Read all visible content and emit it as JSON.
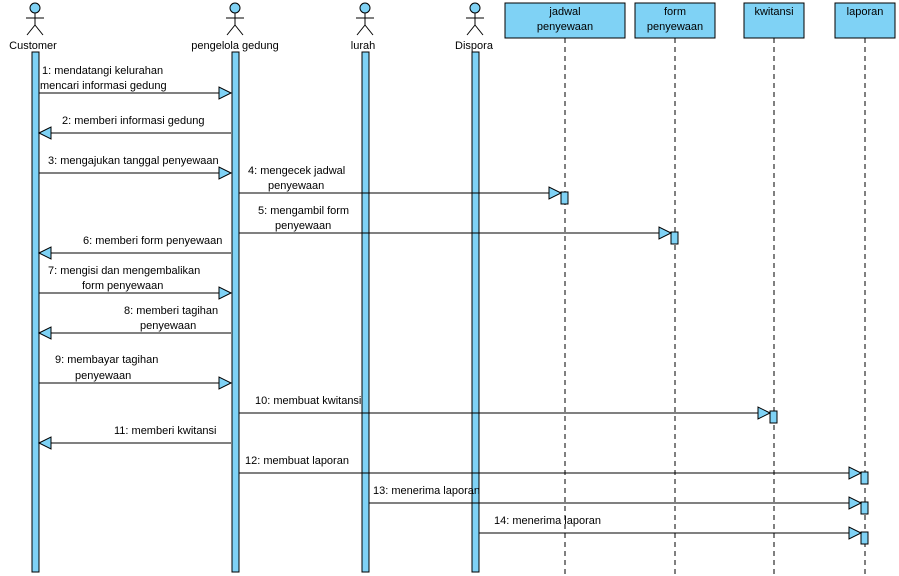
{
  "colors": {
    "fill": "#7fd2f5",
    "stroke": "#000000",
    "background": "#ffffff"
  },
  "actors": [
    {
      "id": "customer",
      "label": "Customer"
    },
    {
      "id": "pengelola",
      "label": "pengelola gedung"
    },
    {
      "id": "lurah",
      "label": "lurah"
    },
    {
      "id": "dispora",
      "label": "Dispora"
    }
  ],
  "objects": [
    {
      "id": "jadwal",
      "label_lines": [
        "jadwal",
        "penyewaan"
      ]
    },
    {
      "id": "form",
      "label_lines": [
        "form",
        "penyewaan"
      ]
    },
    {
      "id": "kwitansi",
      "label_lines": [
        "kwitansi"
      ]
    },
    {
      "id": "laporan",
      "label_lines": [
        "laporan"
      ]
    }
  ],
  "messages": [
    {
      "num": 1,
      "lines": [
        "1: mendatangi kelurahan",
        "mencari informasi gedung"
      ],
      "from": "customer",
      "to": "pengelola"
    },
    {
      "num": 2,
      "lines": [
        "2: memberi informasi gedung"
      ],
      "from": "pengelola",
      "to": "customer"
    },
    {
      "num": 3,
      "lines": [
        "3: mengajukan tanggal  penyewaan"
      ],
      "from": "customer",
      "to": "pengelola"
    },
    {
      "num": 4,
      "lines": [
        "4: mengecek jadwal",
        "penyewaan"
      ],
      "from": "pengelola",
      "to": "jadwal"
    },
    {
      "num": 5,
      "lines": [
        "5: mengambil form",
        "penyewaan"
      ],
      "from": "pengelola",
      "to": "form"
    },
    {
      "num": 6,
      "lines": [
        "6: memberi form penyewaan"
      ],
      "from": "pengelola",
      "to": "customer"
    },
    {
      "num": 7,
      "lines": [
        "7: mengisi dan mengembalikan",
        "form penyewaan"
      ],
      "from": "customer",
      "to": "pengelola"
    },
    {
      "num": 8,
      "lines": [
        "8: memberi tagihan",
        "penyewaan"
      ],
      "from": "pengelola",
      "to": "customer"
    },
    {
      "num": 9,
      "lines": [
        "9: membayar tagihan",
        "penyewaan"
      ],
      "from": "customer",
      "to": "pengelola"
    },
    {
      "num": 10,
      "lines": [
        "10: membuat kwitansi"
      ],
      "from": "pengelola",
      "to": "kwitansi"
    },
    {
      "num": 11,
      "lines": [
        "11: memberi kwitansi"
      ],
      "from": "pengelola",
      "to": "customer"
    },
    {
      "num": 12,
      "lines": [
        "12: membuat laporan"
      ],
      "from": "pengelola",
      "to": "laporan"
    },
    {
      "num": 13,
      "lines": [
        "13: menerima laporan"
      ],
      "from": "lurah",
      "to": "laporan"
    },
    {
      "num": 14,
      "lines": [
        "14: menerima laporan"
      ],
      "from": "dispora",
      "to": "laporan"
    }
  ]
}
